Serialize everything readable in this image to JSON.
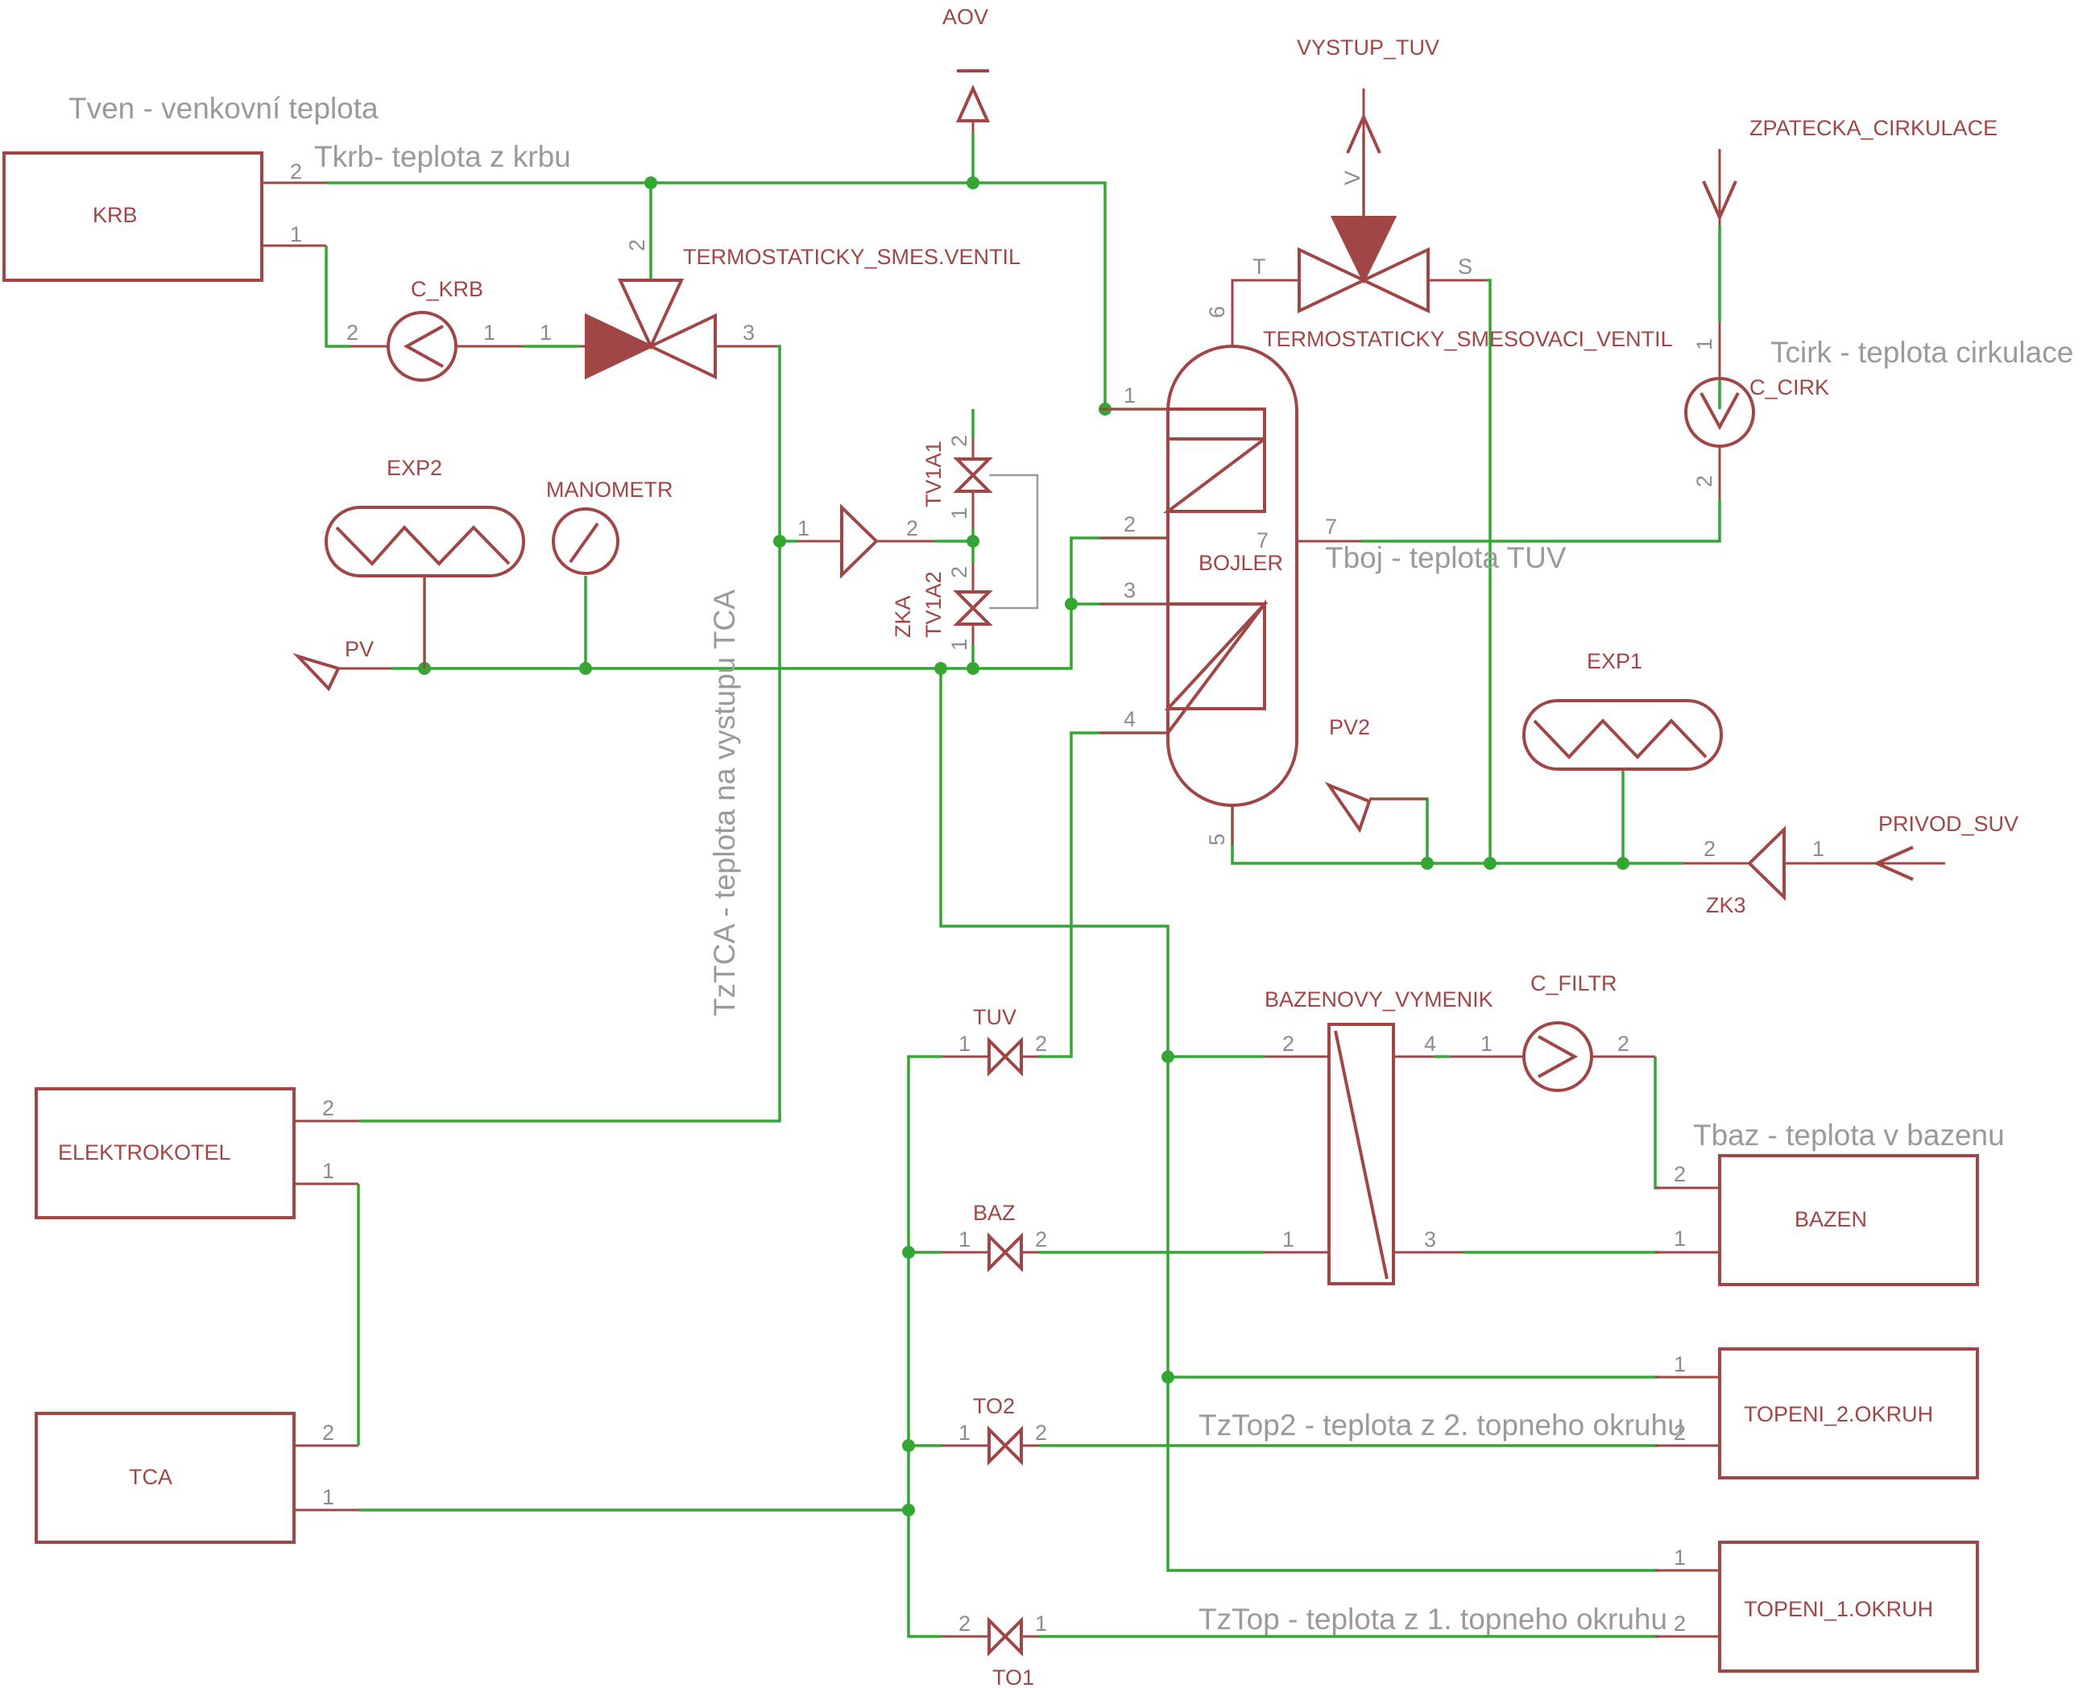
{
  "notes": {
    "tven": "Tven - venkovní teplota",
    "tkrb": "Tkrb- teplota z krbu",
    "tcirk": "Tcirk - teplota cirkulace",
    "tboj": "Tboj - teplota TUV",
    "tztca": "TzTCA - teplota na vystupu TCA",
    "tbaz": "Tbaz - teplota v bazenu",
    "tztop2": "TzTop2 - teplota z 2. topneho okruhu",
    "tztop": "TzTop - teplota z 1. topneho okruhu"
  },
  "components": {
    "aov": "AOV",
    "vystup_tuv": "VYSTUP_TUV",
    "zpatecka": "ZPATECKA_CIRKULACE",
    "krb": "KRB",
    "c_krb": "C_KRB",
    "termo_smes": "TERMOSTATICKY_SMES.VENTIL",
    "termo_smesovaci": "TERMOSTATICKY_SMESOVACI_VENTIL",
    "c_cirk": "C_CIRK",
    "exp2": "EXP2",
    "manometr": "MANOMETR",
    "tv1a1": "TV1A1",
    "tv1a2": "TV1A2",
    "zka": "ZKA",
    "bojler": "BOJLER",
    "pv": "PV",
    "pv2": "PV2",
    "exp1": "EXP1",
    "privod_suv": "PRIVOD_SUV",
    "zk3": "ZK3",
    "bazenovy_vymenik": "BAZENOVY_VYMENIK",
    "c_filtr": "C_FILTR",
    "tuv": "TUV",
    "elektrokotel": "ELEKTROKOTEL",
    "baz": "BAZ",
    "bazen": "BAZEN",
    "topeni2": "TOPENI_2.OKRUH",
    "to2": "TO2",
    "tca": "TCA",
    "topeni1": "TOPENI_1.OKRUH",
    "to1": "TO1"
  },
  "pins": {
    "n1": "1",
    "n2": "2",
    "n3": "3",
    "n4": "4",
    "n5": "5",
    "n6": "6",
    "n7": "7",
    "t": "T",
    "s": "S",
    "v": "V"
  }
}
